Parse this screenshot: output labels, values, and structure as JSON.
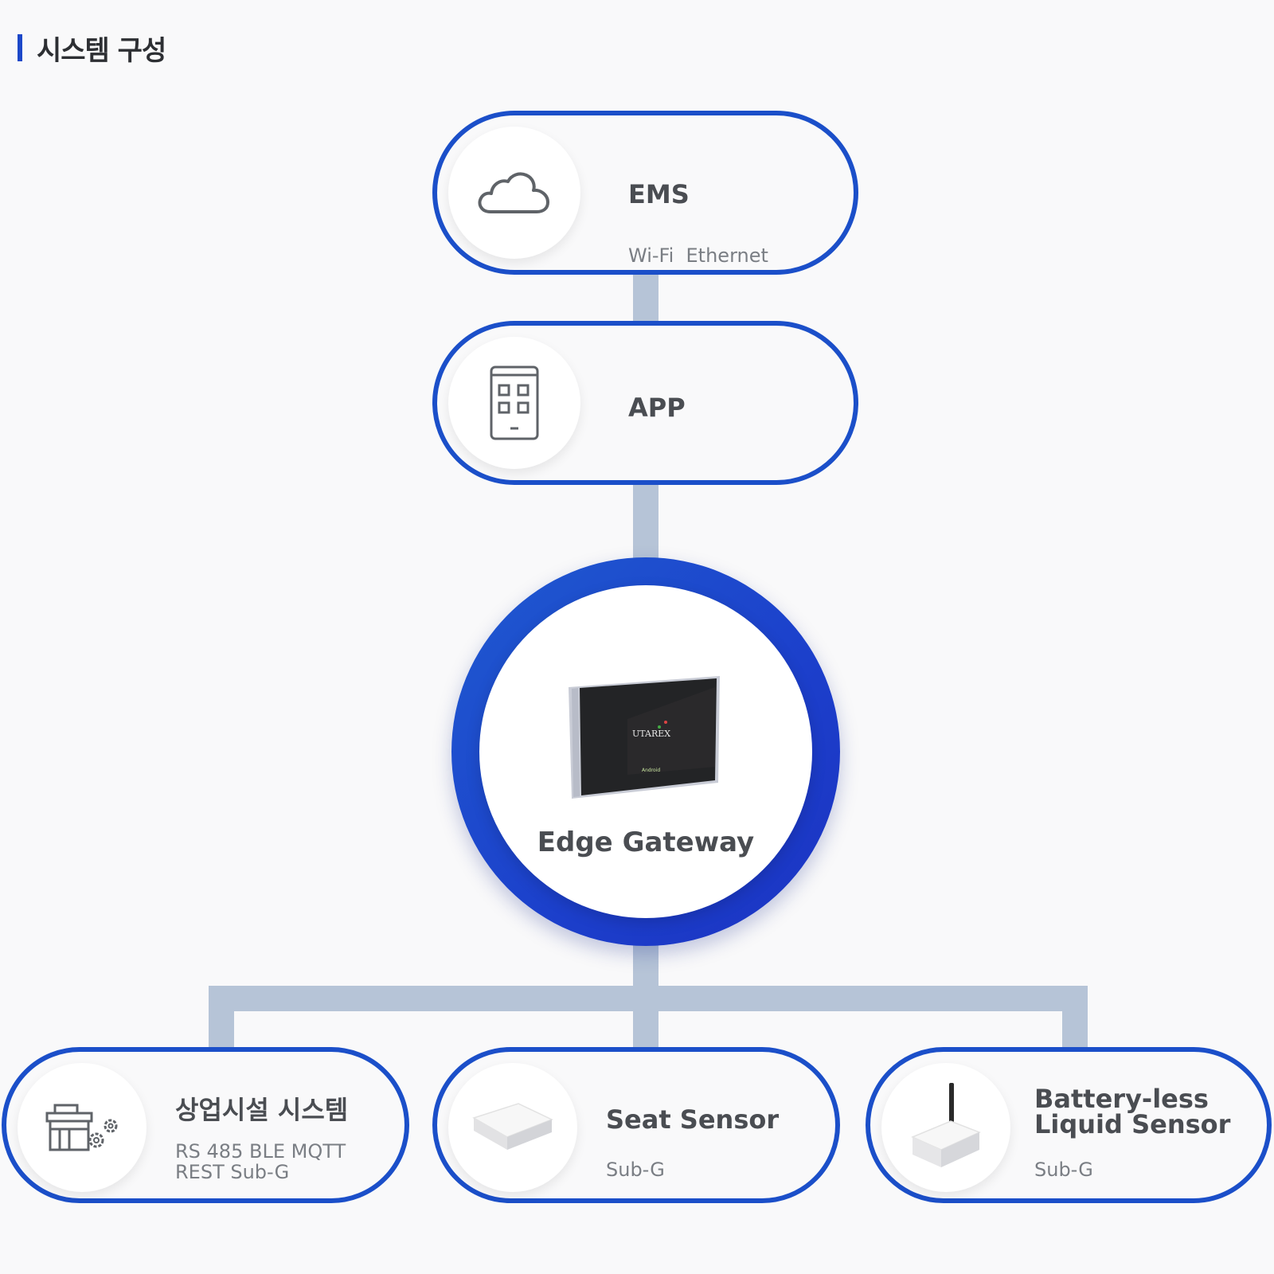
{
  "page": {
    "title": "시스템 구성"
  },
  "colors": {
    "accent": "#1b4fc9",
    "connector": "#b6c4d7",
    "text": "#4a4d52",
    "subtext": "#7a7e84"
  },
  "nodes": {
    "ems": {
      "label": "EMS",
      "sub": "Wi-Fi  Ethernet",
      "icon": "cloud-icon"
    },
    "app": {
      "label": "APP",
      "icon": "app-grid-icon"
    },
    "gateway": {
      "label": "Edge Gateway",
      "device_brand": "UTAREX",
      "device_os": "Android",
      "icon": "gateway-device-image"
    },
    "commercial": {
      "label": "상업시설 시스템",
      "sub_line1": "RS 485 BLE MQTT",
      "sub_line2": "REST Sub-G",
      "icon": "building-gear-icon"
    },
    "seat": {
      "label": "Seat Sensor",
      "sub": "Sub-G",
      "icon": "seat-sensor-image"
    },
    "liquid": {
      "label_line1": "Battery-less",
      "label_line2": "Liquid Sensor",
      "sub": "Sub-G",
      "icon": "liquid-sensor-image"
    }
  }
}
